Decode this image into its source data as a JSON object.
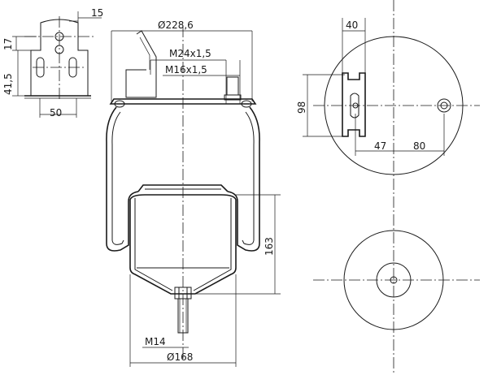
{
  "dimensions": {
    "bracket_top_offset": "15",
    "bracket_hole_height": "17",
    "bracket_height": "41,5",
    "bracket_width": "50",
    "top_plate_diameter": "Ø228,6",
    "air_fitting_thread": "M24x1,5",
    "stud_thread": "M16x1,5",
    "piston_height": "163",
    "bottom_stud_thread": "M14",
    "piston_diameter": "Ø168",
    "plate_offset_top": "40",
    "plate_bracket_height": "98",
    "plate_offset_left": "47",
    "plate_offset_right": "80"
  },
  "colors": {
    "line": "#1a1a1a",
    "background": "#ffffff"
  }
}
